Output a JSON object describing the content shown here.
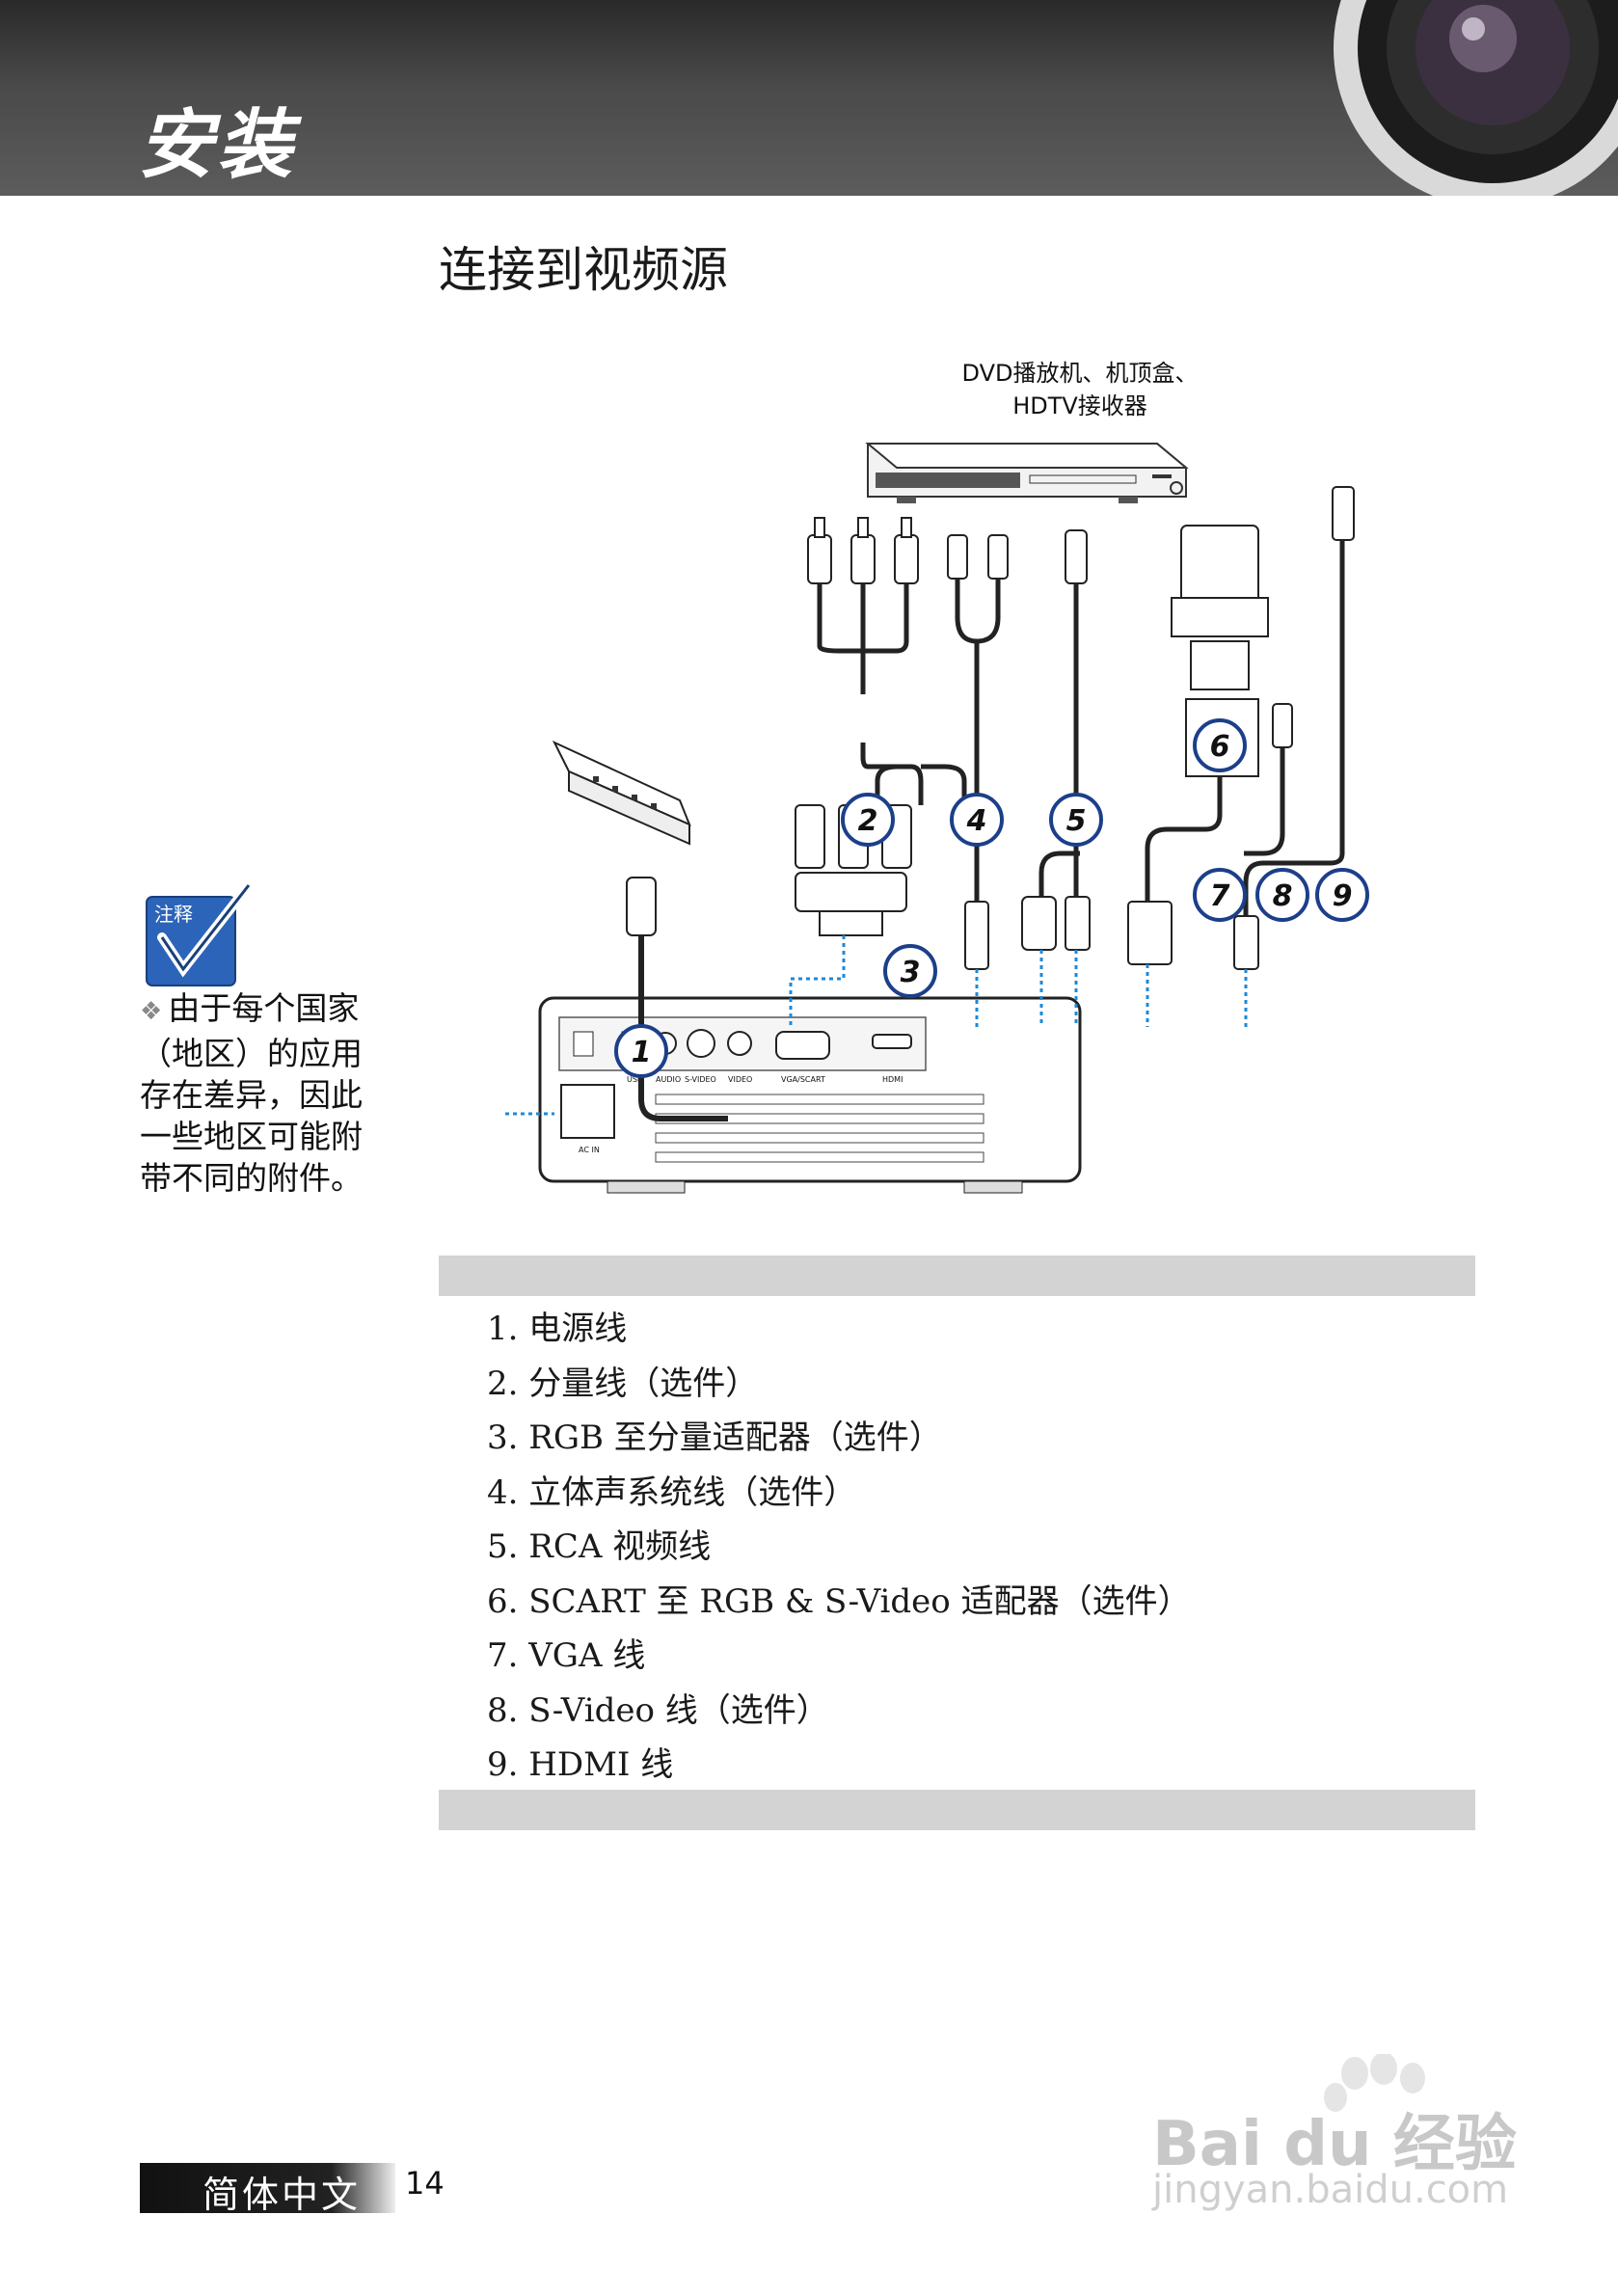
{
  "header": {
    "title": "安装"
  },
  "section": {
    "title": "连接到视频源"
  },
  "diagram": {
    "caption_line1": "DVD播放机、机顶盒、",
    "caption_line2": "HDTV接收器",
    "callouts": [
      "1",
      "2",
      "3",
      "4",
      "5",
      "6",
      "7",
      "8",
      "9"
    ],
    "port_labels": [
      "USB",
      "AUDIO",
      "S-VIDEO",
      "VIDEO",
      "VGA/SCART",
      "HDMI",
      "AC IN"
    ]
  },
  "note": {
    "icon_label": "注释",
    "text": "由于每个国家（地区）的应用存在差异，因此一些地区可能附带不同的附件。"
  },
  "parts": [
    "1. 电源线",
    "2. 分量线（选件）",
    "3. RGB 至分量适配器（选件）",
    "4. 立体声系统线（选件）",
    "5. RCA 视频线",
    "6. SCART 至 RGB & S-Video 适配器（选件）",
    "7. VGA 线",
    "8. S-Video 线（选件）",
    "9. HDMI 线"
  ],
  "footer": {
    "language": "简体中文",
    "page_number": "14"
  },
  "watermark": {
    "brand": "Bai du 经验",
    "url": "jingyan.baidu.com"
  }
}
